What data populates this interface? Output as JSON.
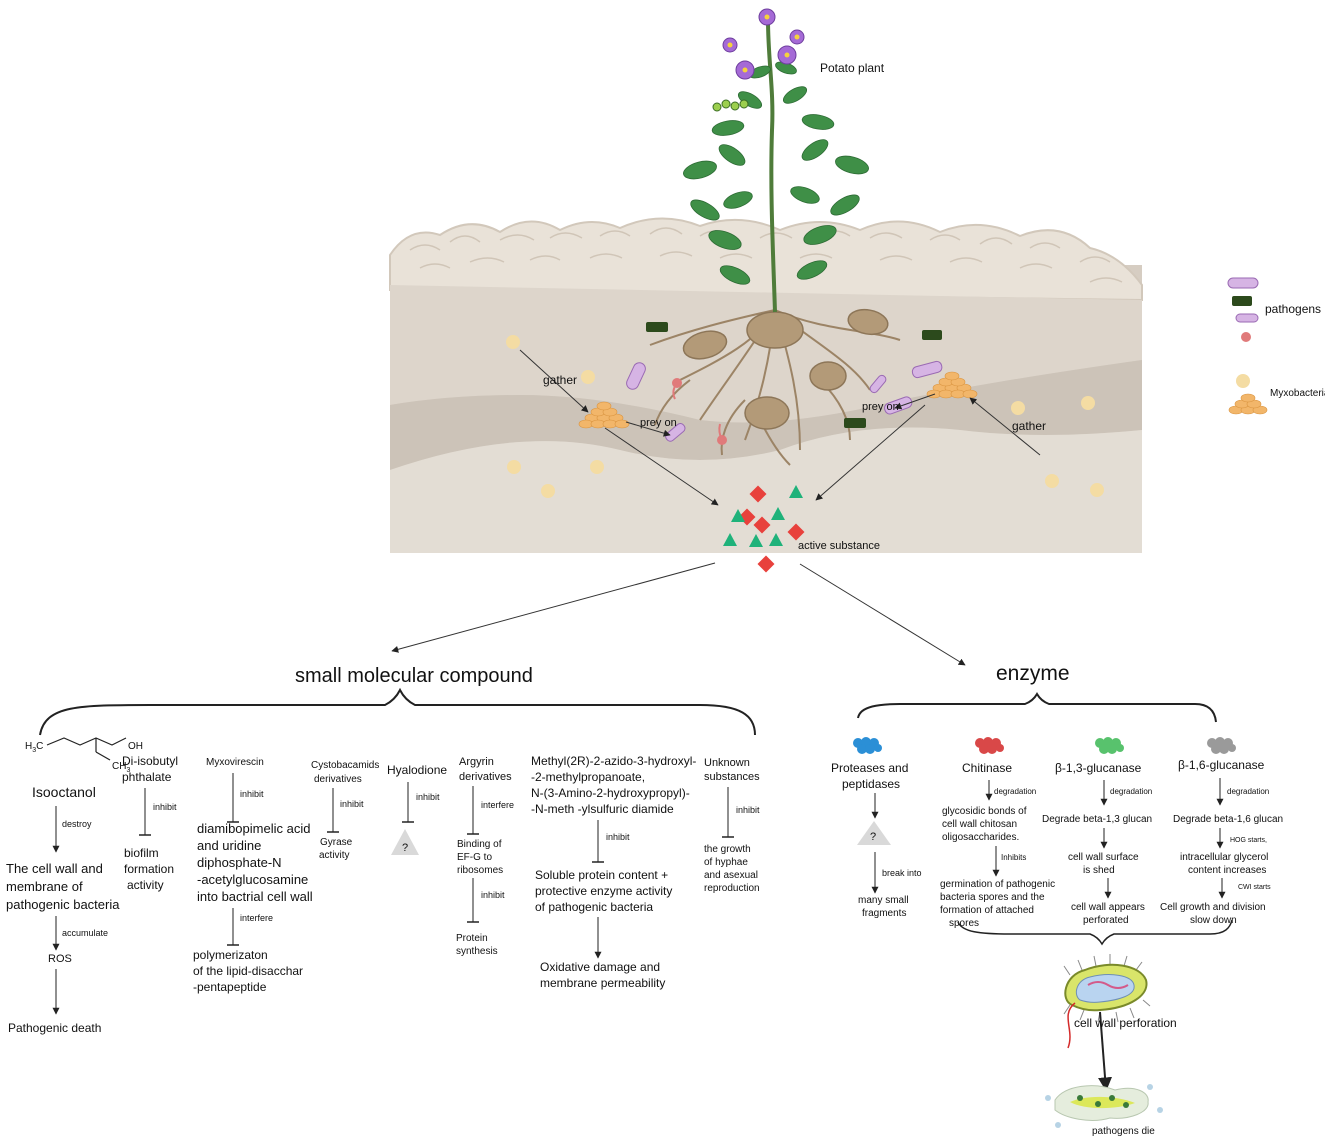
{
  "scene": {
    "plant_label": "Potato plant",
    "gather_left": "gather",
    "gather_right": "gather",
    "prey_left": "prey on",
    "prey_right": "prey on",
    "active_substance": "active substance"
  },
  "legend": {
    "pathogens": "pathogens",
    "myxobacteria": "Myxobacteria"
  },
  "branches": {
    "small": "small molecular compound",
    "enzyme": "enzyme"
  },
  "compounds": {
    "isooctanol": {
      "struct_h3c": "H",
      "struct_h3c_sub": "3",
      "struct_h3c_c": "C",
      "struct_oh": "OH",
      "struct_ch3": "CH",
      "struct_ch3_sub": "3",
      "name": "Isooctanol",
      "a1": "destroy",
      "t1": [
        "The cell wall and",
        "membrane of",
        "pathogenic bacteria"
      ],
      "a2": "accumulate",
      "t2": "ROS",
      "t3": "Pathogenic death"
    },
    "dib": {
      "name": [
        "Di-isobutyl",
        "phthalate"
      ],
      "a1": "inhibit",
      "t1": [
        "biofilm",
        "formation",
        "activity"
      ]
    },
    "myxo": {
      "name": "Myxovirescin",
      "a1": "inhibit",
      "t1": [
        "diamibopimelic acid",
        "and uridine",
        "diphosphate-N",
        "-acetylglucosamine",
        "into bactrial cell wall"
      ],
      "a2": "interfere",
      "t2": [
        "polymerizaton",
        "of the lipid-disacchar",
        "-pentapeptide"
      ]
    },
    "cysto": {
      "name": [
        "Cystobacamids",
        "derivatives"
      ],
      "a1": "inhibit",
      "t1": [
        "Gyrase",
        "activity"
      ]
    },
    "hyalo": {
      "name": "Hyalodione",
      "a1": "inhibit",
      "q": "?"
    },
    "argyrin": {
      "name": [
        "Argyrin",
        "derivatives"
      ],
      "a1": "interfere",
      "t1": [
        "Binding of",
        "EF-G to",
        "ribosomes"
      ],
      "a2": "inhibit",
      "t2": [
        "Protein",
        "synthesis"
      ]
    },
    "methyl": {
      "name": [
        "Methyl(2R)-2-azido-3-hydroxyl-",
        "-2-methylpropanoate,",
        "N-(3-Amino-2-hydroxypropyl)-",
        "-N-meth -ylsulfuric diamide"
      ],
      "a1": "inhibit",
      "t1": [
        "Soluble protein content +",
        "protective enzyme activity",
        "of pathogenic bacteria"
      ],
      "t2": [
        "Oxidative damage and",
        "membrane permeability"
      ]
    },
    "unknown": {
      "name": [
        "Unknown",
        "substances"
      ],
      "a1": "inhibit",
      "t1": [
        "the growth",
        "of hyphae",
        "and asexual",
        "reproduction"
      ]
    }
  },
  "enzymes": {
    "proteases": {
      "name": [
        "Proteases and",
        "peptidases"
      ],
      "q": "?",
      "a1": "break into",
      "t1": [
        "many small",
        "fragments"
      ]
    },
    "chitinase": {
      "name": "Chitinase",
      "a1": "degradation",
      "t1": [
        "glycosidic bonds of",
        "cell wall chitosan",
        "oligosaccharides."
      ],
      "a2": "Inhibits",
      "t2": [
        "germination of pathogenic",
        "bacteria spores and the",
        "formation of attached",
        "spores"
      ]
    },
    "b13": {
      "name": "β-1,3-glucanase",
      "a1": "degradation",
      "t1": "Degrade beta-1,3 glucan",
      "t2": [
        "cell wall surface",
        "is shed"
      ],
      "t3": [
        "cell wall appears",
        "perforated"
      ]
    },
    "b16": {
      "name": "β-1,6-glucanase",
      "a1": "degradation",
      "t1": "Degrade beta-1,6 glucan",
      "a2": "HOG starts,",
      "t2": [
        "intracellular glycerol",
        "content increases"
      ],
      "a3": "CWI starts",
      "t3": [
        "Cell growth and division",
        "slow down"
      ]
    },
    "perforation": "cell wall perforation",
    "die": "pathogens die"
  },
  "colors": {
    "soil_top": "#e6dfd6",
    "soil_mid": "#d7cfc6",
    "soil_low": "#e2dcd3",
    "soil_deep": "#d4ccc2",
    "tuber": "#b49a7a",
    "myxo_dot": "#f5dca0",
    "myxo_cluster": "#f2b96a",
    "leaf": "#3f8f47",
    "flower": "#a36bd4",
    "pathogen_green": "#2d4a1c",
    "pathogen_purple": "#c9a0dc",
    "pathogen_red": "#e07a7a",
    "active_red": "#e8413c",
    "active_green": "#1fb27a",
    "proteases": "#2b8fd6",
    "chitinase": "#d94848",
    "b13": "#58c26d",
    "b16": "#9a9a9a"
  }
}
